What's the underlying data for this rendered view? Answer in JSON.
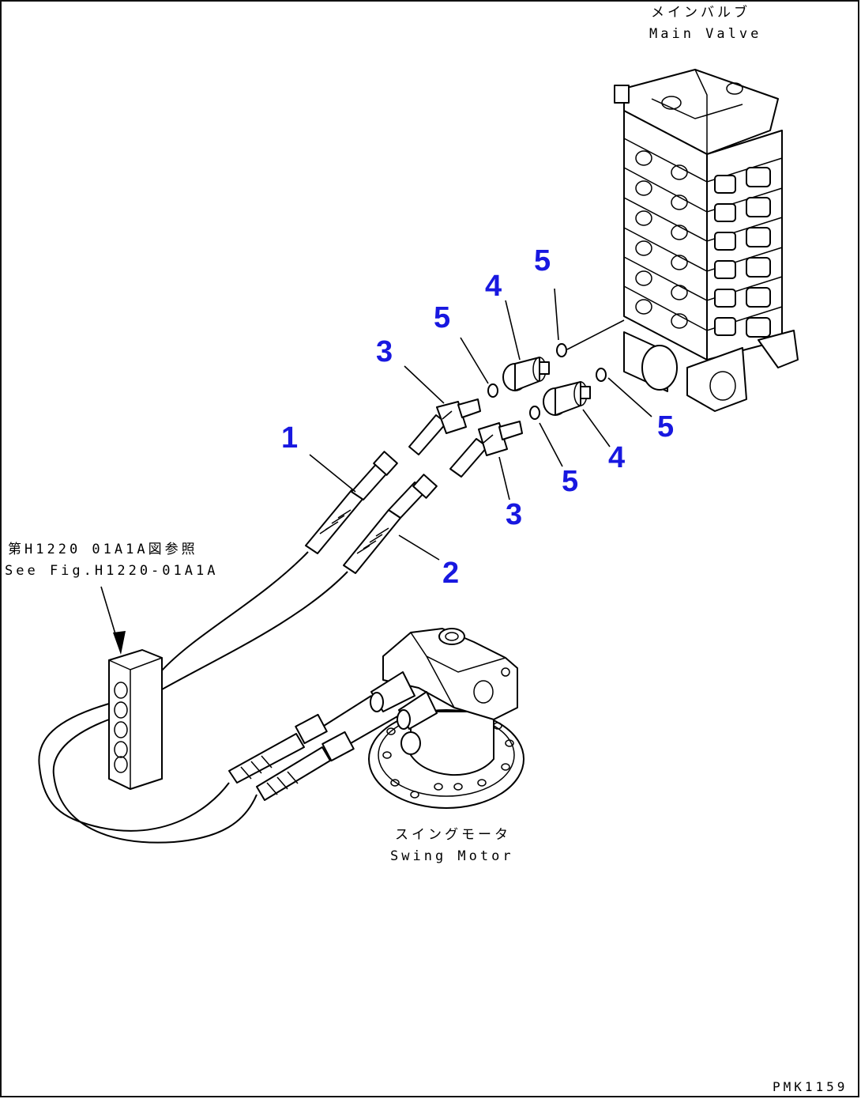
{
  "labels": {
    "main_valve_ja": "メインバルブ",
    "main_valve_en": "Main Valve",
    "reference_ja": "第H1220 01A1A図参照",
    "reference_en": "See Fig.H1220-01A1A",
    "swing_motor_ja": "スイングモータ",
    "swing_motor_en": "Swing Motor",
    "figure_code": "PMK1159"
  },
  "callouts": [
    "1",
    "2",
    "3",
    "3",
    "4",
    "4",
    "5",
    "5",
    "5",
    "5"
  ],
  "colors": {
    "callout": "#1818e0",
    "line": "#000000"
  }
}
